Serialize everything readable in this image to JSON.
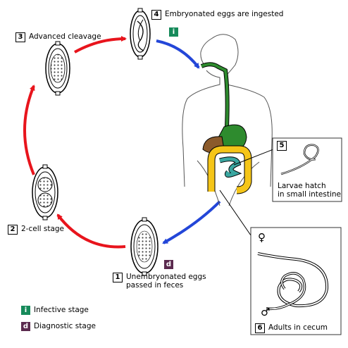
{
  "stages": {
    "s1": {
      "num": "1",
      "line1": "Unembryonated eggs",
      "line2": "passed in feces"
    },
    "s2": {
      "num": "2",
      "label": "2-cell stage"
    },
    "s3": {
      "num": "3",
      "label": "Advanced cleavage"
    },
    "s4": {
      "num": "4",
      "label": "Embryonated eggs are ingested"
    },
    "s5": {
      "num": "5",
      "line1": "Larvae hatch",
      "line2": "in small intestine"
    },
    "s6": {
      "num": "6",
      "label": "Adults in cecum"
    }
  },
  "badges": {
    "infective": "i",
    "diagnostic": "d"
  },
  "legend": {
    "infective": "Infective stage",
    "diagnostic": "Diagnostic stage"
  },
  "symbols": {
    "female": "♀",
    "male": "♂"
  },
  "colors": {
    "infective": "#168a5a",
    "diagnostic": "#5b2a4e",
    "red_arrow": "#e8141c",
    "blue_arrow": "#2346d8",
    "gut_green": "#2e8b2e",
    "stomach_brown": "#8b5a2b",
    "colon_yellow": "#f5c518",
    "small_intestine_teal": "#3aa6a0"
  }
}
